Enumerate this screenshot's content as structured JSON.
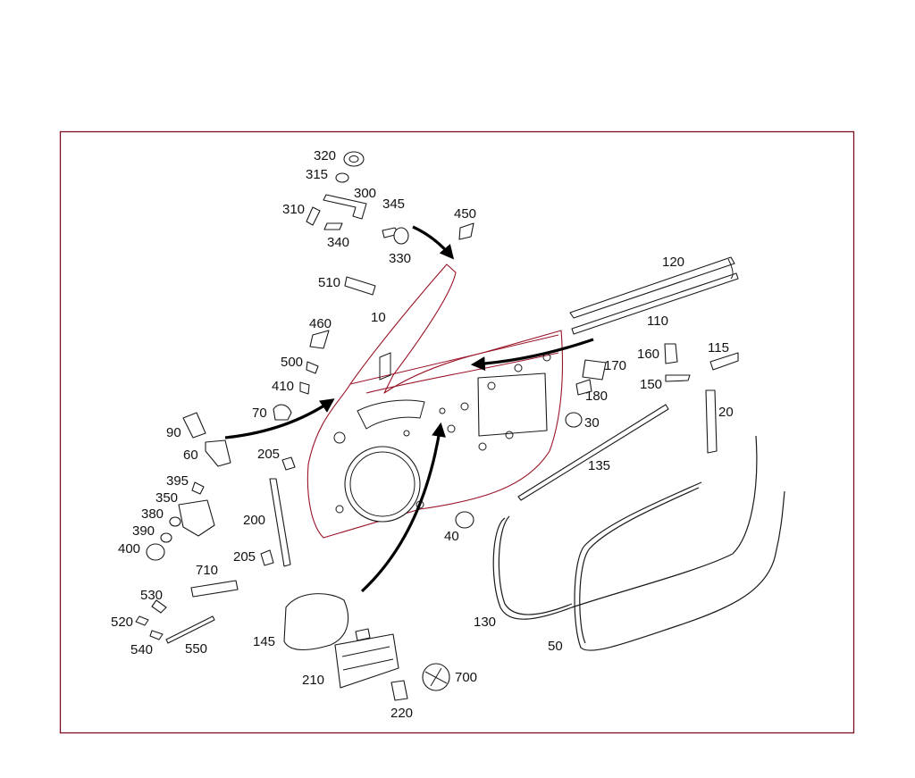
{
  "diagram": {
    "labels": {
      "l320": "320",
      "l315": "315",
      "l300": "300",
      "l310": "310",
      "l345": "345",
      "l340": "340",
      "l330": "330",
      "l450": "450",
      "l510": "510",
      "l10": "10",
      "l460": "460",
      "l500": "500",
      "l410": "410",
      "l70": "70",
      "l90": "90",
      "l60": "60",
      "l205a": "205",
      "l395": "395",
      "l350": "350",
      "l380": "380",
      "l390": "390",
      "l400": "400",
      "l200": "200",
      "l205b": "205",
      "l710": "710",
      "l530": "530",
      "l520": "520",
      "l540": "540",
      "l550": "550",
      "l145": "145",
      "l210": "210",
      "l220": "220",
      "l700": "700",
      "l120": "120",
      "l110": "110",
      "l160": "160",
      "l115": "115",
      "l170": "170",
      "l150": "150",
      "l180": "180",
      "l20": "20",
      "l30": "30",
      "l135": "135",
      "l40": "40",
      "l130": "130",
      "l50": "50"
    }
  }
}
